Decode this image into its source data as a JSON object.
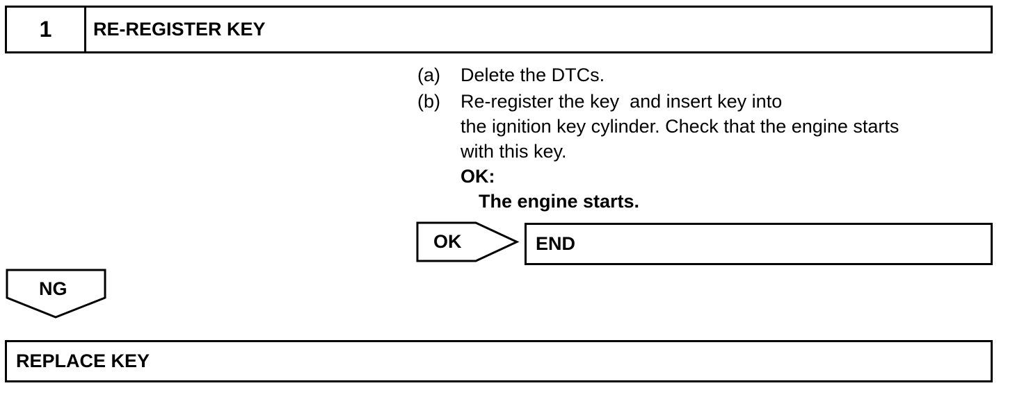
{
  "step": {
    "number": "1",
    "title": "RE-REGISTER KEY"
  },
  "instructions": [
    {
      "label": "(a)",
      "text": "Delete the DTCs."
    },
    {
      "label": "(b)",
      "lines": [
        "Re-register the key  and insert key into",
        "the ignition key cylinder. Check that the engine starts",
        "with this key."
      ]
    }
  ],
  "ok_criteria": {
    "heading": "OK:",
    "value": "The engine starts."
  },
  "ok_branch": {
    "tag": "OK",
    "result": "END"
  },
  "ng_branch": {
    "tag": "NG",
    "result": "REPLACE KEY"
  }
}
